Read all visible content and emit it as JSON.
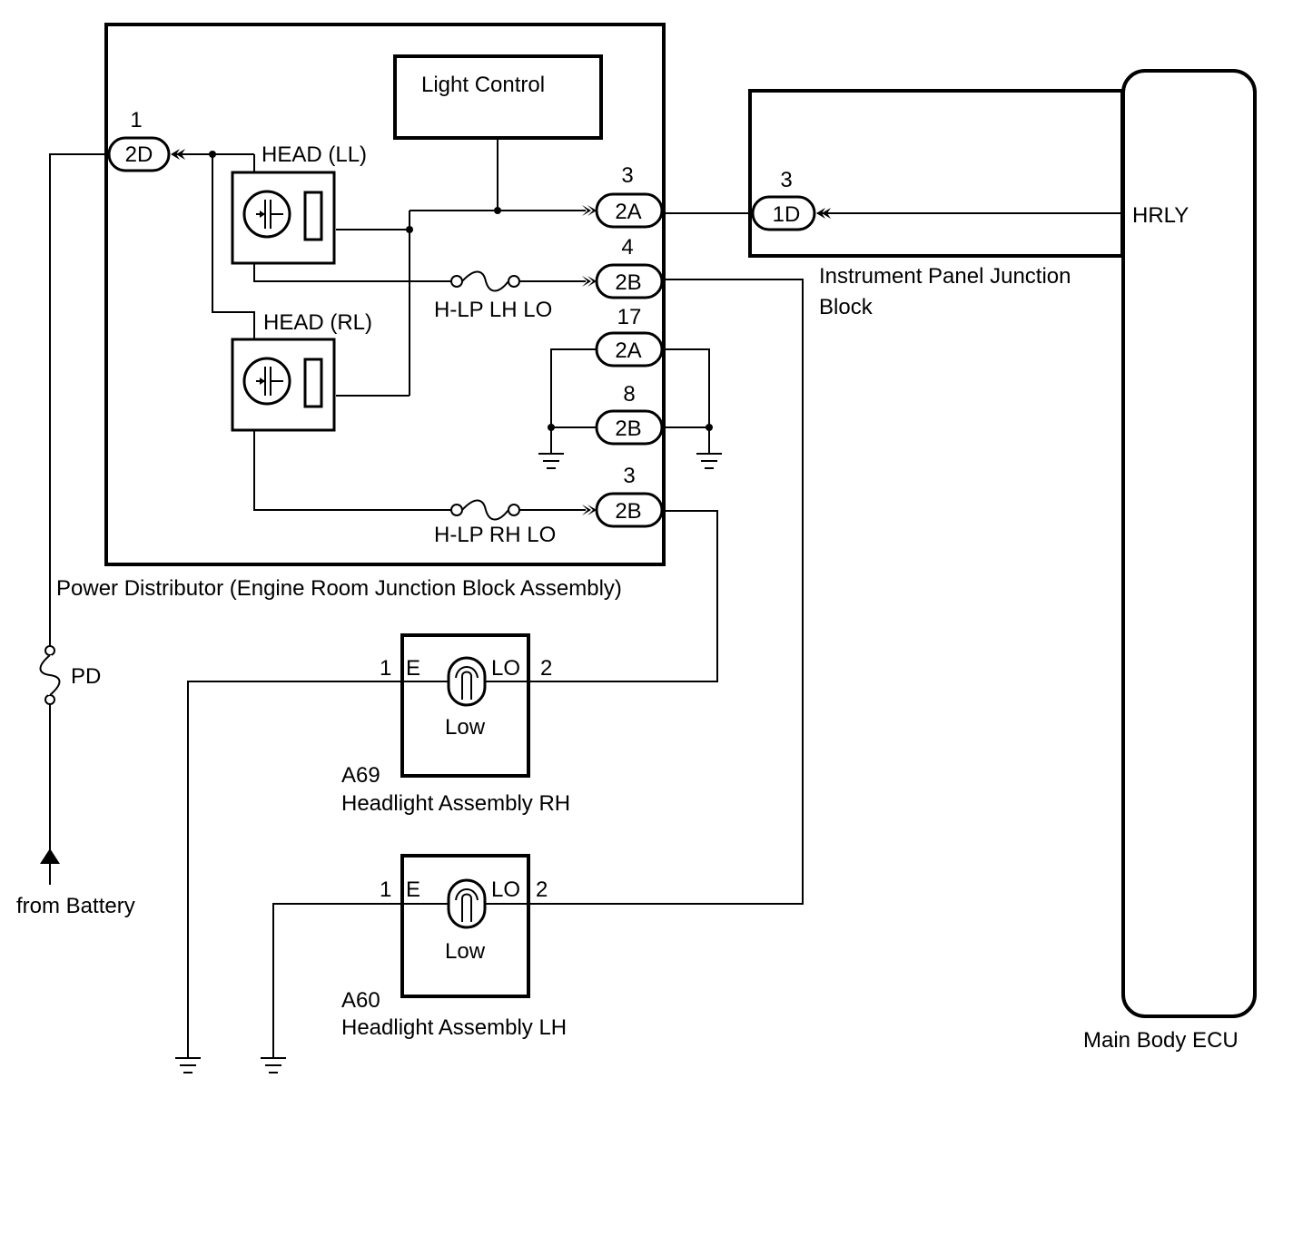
{
  "diagram": {
    "blocks": {
      "power_distributor": "Power Distributor (Engine Room Junction Block Assembly)",
      "light_control": "Light Control",
      "ipjb_line1": "Instrument Panel Junction",
      "ipjb_line2": "Block",
      "main_body_ecu": "Main Body ECU",
      "hrly": "HRLY"
    },
    "relays": {
      "head_ll": "HEAD (LL)",
      "head_rl": "HEAD (RL)"
    },
    "fuses": {
      "lh_lo": "H-LP LH LO",
      "rh_lo": "H-LP RH LO",
      "pd": "PD"
    },
    "connectors": {
      "c2d": {
        "pin": "1",
        "code": "2D"
      },
      "c2a_3": {
        "pin": "3",
        "code": "2A"
      },
      "c2b_4": {
        "pin": "4",
        "code": "2B"
      },
      "c2a_17": {
        "pin": "17",
        "code": "2A"
      },
      "c2b_8": {
        "pin": "8",
        "code": "2B"
      },
      "c2b_3": {
        "pin": "3",
        "code": "2B"
      },
      "c1d": {
        "pin": "3",
        "code": "1D"
      }
    },
    "headlights": {
      "rh": {
        "id": "A69",
        "name": "Headlight Assembly RH",
        "pin_e": "1",
        "label_e": "E",
        "label_lo": "LO",
        "pin_lo": "2",
        "bulb": "Low"
      },
      "lh": {
        "id": "A60",
        "name": "Headlight Assembly LH",
        "pin_e": "1",
        "label_e": "E",
        "label_lo": "LO",
        "pin_lo": "2",
        "bulb": "Low"
      }
    },
    "battery": "from Battery"
  }
}
